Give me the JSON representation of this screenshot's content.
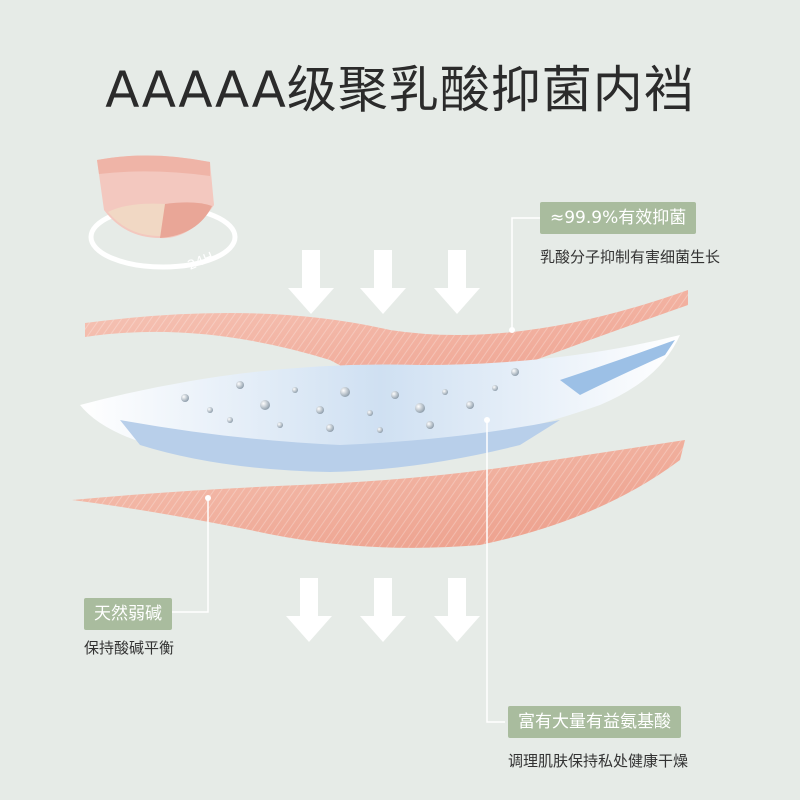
{
  "title": "AAAAA级聚乳酸抑菌内裆",
  "badge": "24H",
  "features": [
    {
      "tag": "≈99.9%有效抑菌",
      "desc": "乳酸分子抑制有害细菌生长"
    },
    {
      "tag": "天然弱碱",
      "desc": "保持酸碱平衡"
    },
    {
      "tag": "富有大量有益氨基酸",
      "desc": "调理肌肤保持私处健康干燥"
    }
  ],
  "colors": {
    "background": "#e6ebe7",
    "tag_green": "#a9bc9e",
    "layer_pink": "#f2b8a8",
    "layer_blue": "#bcd3ea",
    "arrow": "#ffffff"
  },
  "icons": [
    "underwear-icon",
    "arrow-down-icon"
  ]
}
